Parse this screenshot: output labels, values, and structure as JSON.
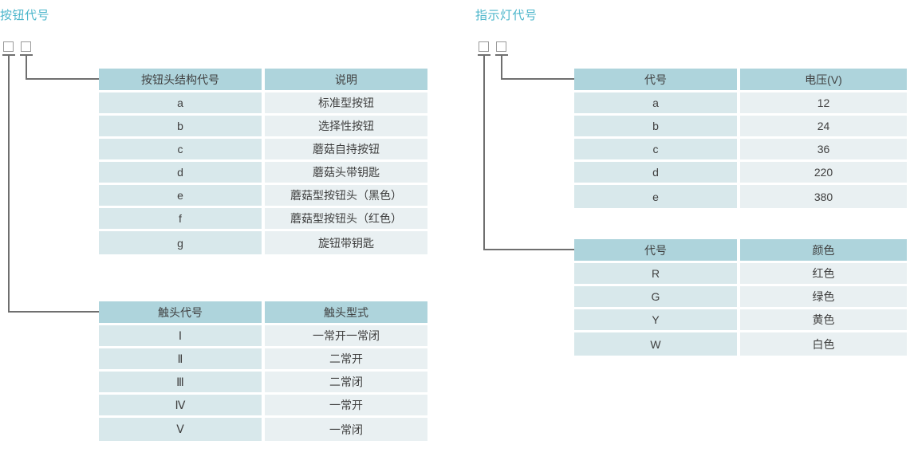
{
  "left": {
    "title": "按钮代号",
    "placeholder_boxes": 2,
    "tables": [
      {
        "name": "button-head-structure",
        "headers": [
          "按钮头结构代号",
          "说明"
        ],
        "rows": [
          [
            "a",
            "标准型按钮"
          ],
          [
            "b",
            "选择性按钮"
          ],
          [
            "c",
            "蘑菇自持按钮"
          ],
          [
            "d",
            "蘑菇头带钥匙"
          ],
          [
            "e",
            "蘑菇型按钮头（黑色）"
          ],
          [
            "f",
            "蘑菇型按钮头（红色）"
          ],
          [
            "g",
            "旋钮带钥匙"
          ]
        ]
      },
      {
        "name": "contact-code",
        "headers": [
          "触头代号",
          "触头型式"
        ],
        "rows": [
          [
            "Ⅰ",
            "一常开一常闭"
          ],
          [
            "Ⅱ",
            "二常开"
          ],
          [
            "Ⅲ",
            "二常闭"
          ],
          [
            "Ⅳ",
            "一常开"
          ],
          [
            "Ⅴ",
            "一常闭"
          ]
        ]
      }
    ]
  },
  "right": {
    "title": "指示灯代号",
    "placeholder_boxes": 2,
    "tables": [
      {
        "name": "voltage-code",
        "headers": [
          "代号",
          "电压(V)"
        ],
        "rows": [
          [
            "a",
            "12"
          ],
          [
            "b",
            "24"
          ],
          [
            "c",
            "36"
          ],
          [
            "d",
            "220"
          ],
          [
            "e",
            "380"
          ]
        ]
      },
      {
        "name": "color-code",
        "headers": [
          "代号",
          "颜色"
        ],
        "rows": [
          [
            "R",
            "红色"
          ],
          [
            "G",
            "绿色"
          ],
          [
            "Y",
            "黄色"
          ],
          [
            "W",
            "白色"
          ]
        ]
      }
    ]
  },
  "colors": {
    "title": "#4cb6cb",
    "header_bg": "#aed4dc",
    "col1_bg": "#d8e8eb",
    "col2_bg": "#e9f0f2",
    "leader_line": "#6f6f6f",
    "box_border": "#9a9a9a"
  }
}
